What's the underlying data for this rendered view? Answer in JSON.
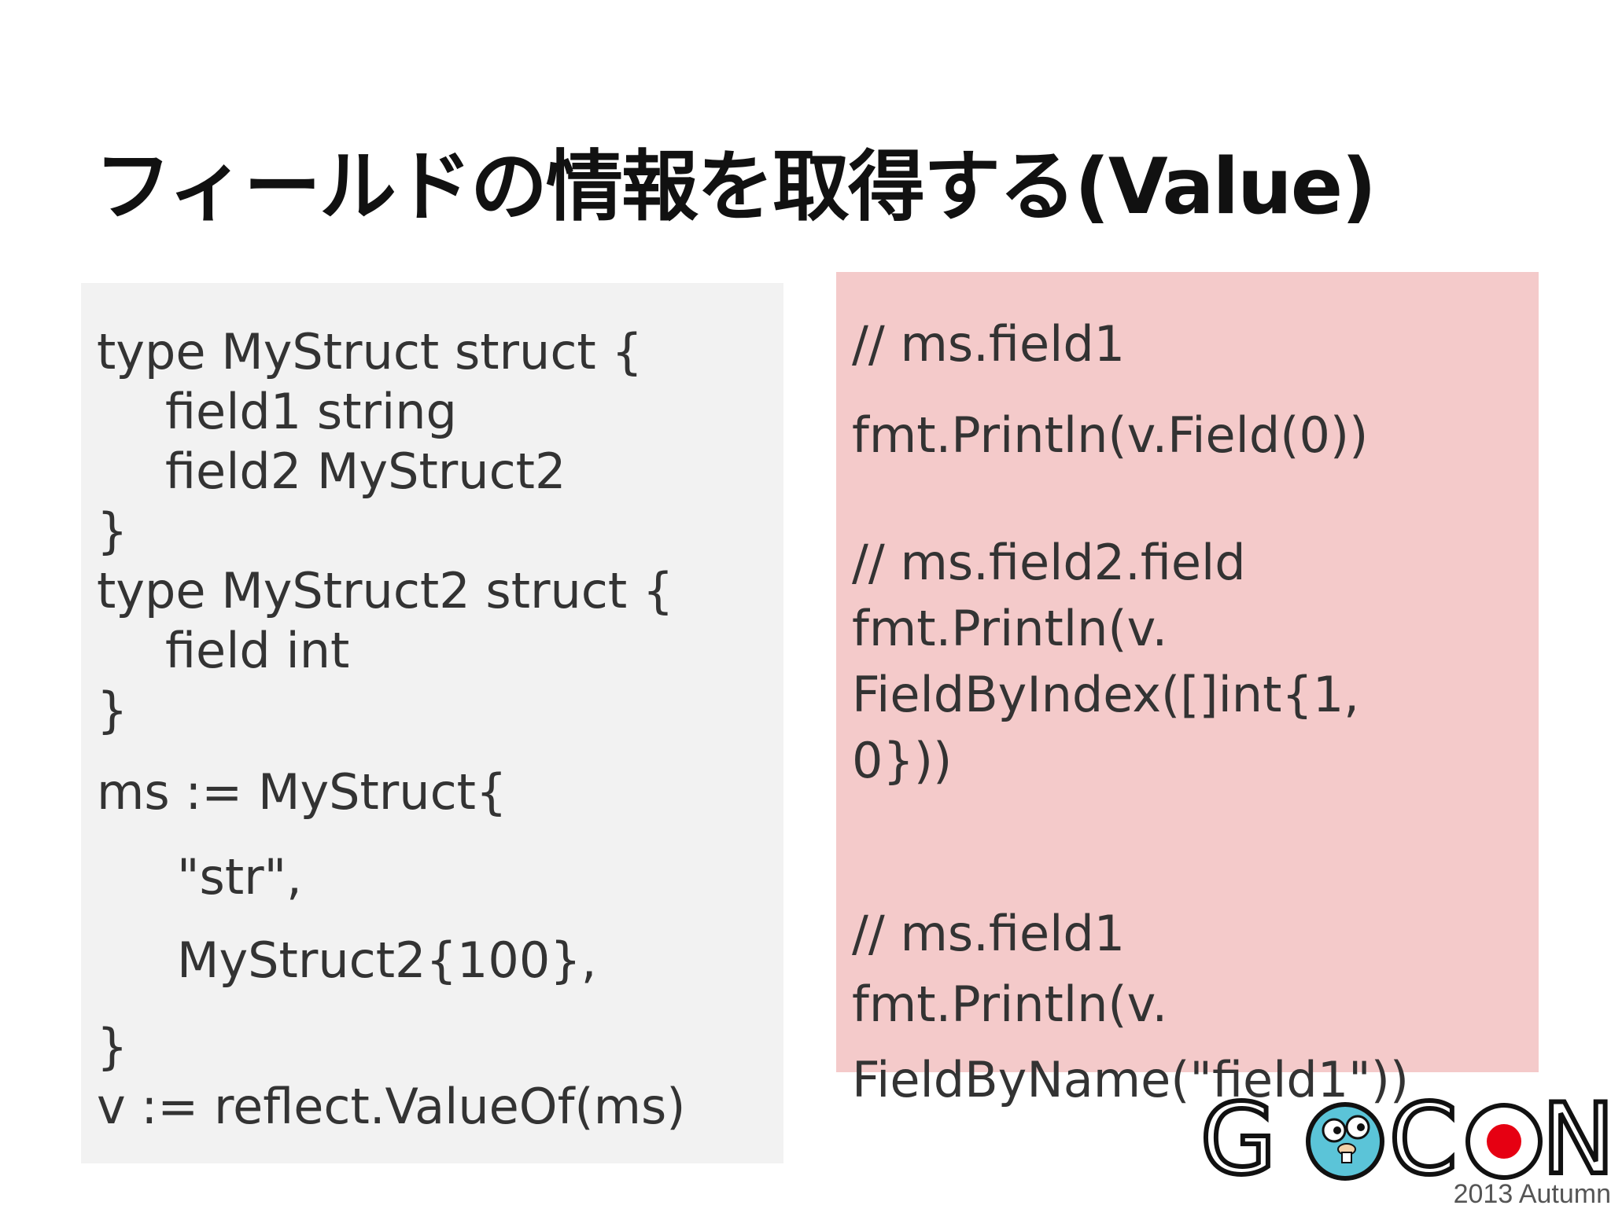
{
  "slide": {
    "title": "フィールドの情報を取得する(Value)"
  },
  "left_code": {
    "lines": [
      "type MyStruct struct {",
      "field1 string",
      "field2 MyStruct2",
      "}",
      "type MyStruct2 struct {",
      "field int",
      "}",
      "ms := MyStruct{",
      "\"str\",",
      "MyStruct2{100},",
      "}",
      "v := reflect.ValueOf(ms)"
    ]
  },
  "right_code": {
    "lines": [
      "// ms.field1",
      "fmt.Println(v.Field(0))",
      "// ms.field2.field",
      "fmt.Println(v.",
      "FieldByIndex([]int{1,",
      "0}))",
      "// ms.field1",
      "fmt.Println(v.",
      "FieldByName(\"field1\"))"
    ]
  },
  "logo": {
    "letters": [
      "G",
      "C",
      "N"
    ],
    "caption": "2013 Autumn",
    "colors": {
      "letters": "#111111",
      "gopher": "#5bc4d8",
      "dot": "#e60012"
    }
  }
}
